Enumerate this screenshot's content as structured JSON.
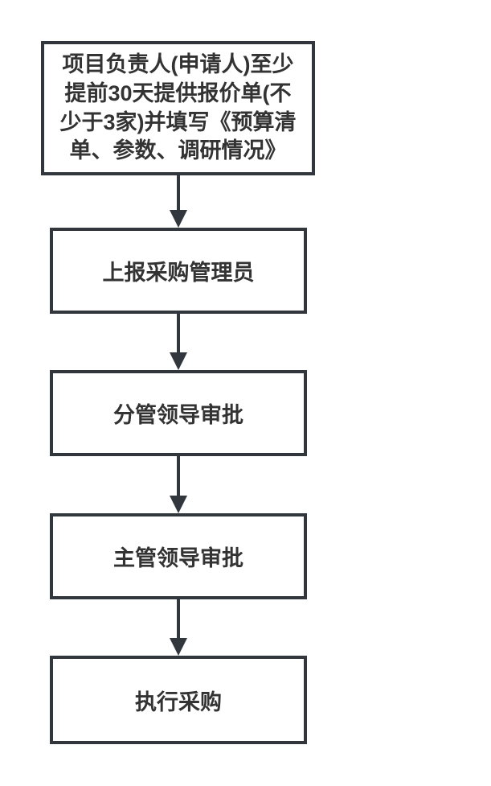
{
  "colors": {
    "stroke": "#31373d",
    "text": "#333333",
    "background": "#ffffff",
    "node_fill": "#ffffff"
  },
  "flowchart": {
    "type": "flowchart",
    "direction": "top-down",
    "nodes": [
      {
        "label": "项目负责人(申请人)至少提前30天提供报价单(不少于3家)并填写《预算清单、参数、调研情况》"
      },
      {
        "label": "上报采购管理员"
      },
      {
        "label": "分管领导审批"
      },
      {
        "label": "主管领导审批"
      },
      {
        "label": "执行采购"
      }
    ],
    "edges": [
      {
        "from": 0,
        "to": 1,
        "style": "arrow-down"
      },
      {
        "from": 1,
        "to": 2,
        "style": "arrow-down"
      },
      {
        "from": 2,
        "to": 3,
        "style": "arrow-down"
      },
      {
        "from": 3,
        "to": 4,
        "style": "arrow-down"
      }
    ]
  }
}
